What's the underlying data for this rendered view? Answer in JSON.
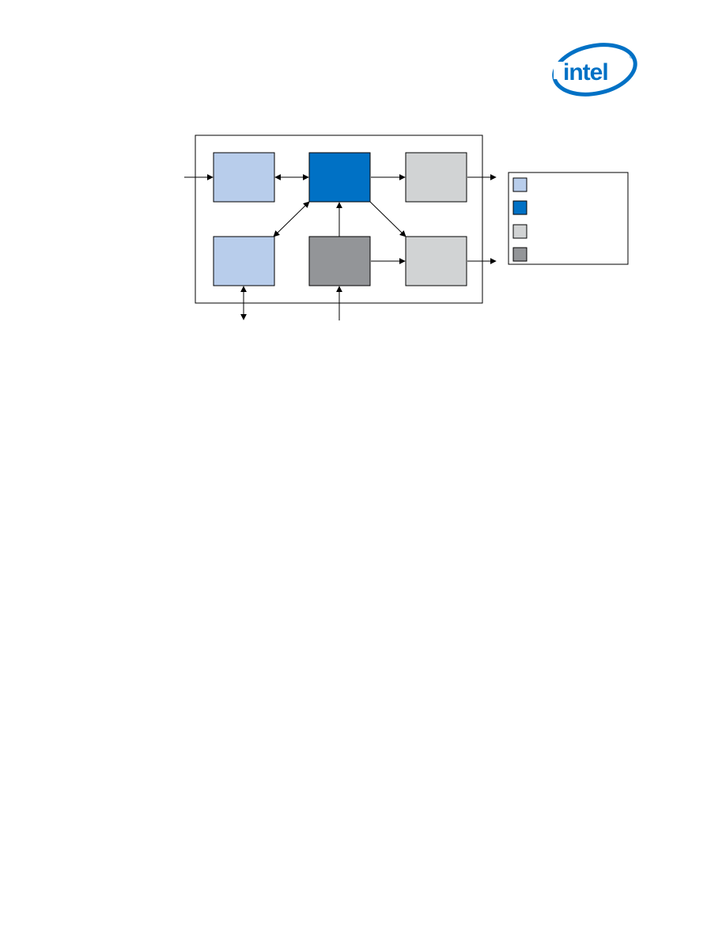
{
  "brand": {
    "logo_text": "intel",
    "logo_color": "#0071c5",
    "registered_mark": "®"
  },
  "colors": {
    "light_blue": "#b8cdeb",
    "intel_blue": "#0071c5",
    "light_gray": "#d1d3d4",
    "dark_gray": "#939598",
    "line": "#000000"
  },
  "diagram": {
    "blocks": [
      {
        "id": "block-top-left",
        "fill": "light_blue"
      },
      {
        "id": "block-top-center",
        "fill": "intel_blue"
      },
      {
        "id": "block-top-right",
        "fill": "light_gray"
      },
      {
        "id": "block-bottom-left",
        "fill": "light_blue"
      },
      {
        "id": "block-bottom-center",
        "fill": "dark_gray"
      },
      {
        "id": "block-bottom-right",
        "fill": "light_gray"
      }
    ],
    "legend": [
      {
        "swatch": "light_blue",
        "label": ""
      },
      {
        "swatch": "intel_blue",
        "label": ""
      },
      {
        "swatch": "light_gray",
        "label": ""
      },
      {
        "swatch": "dark_gray",
        "label": ""
      }
    ]
  }
}
